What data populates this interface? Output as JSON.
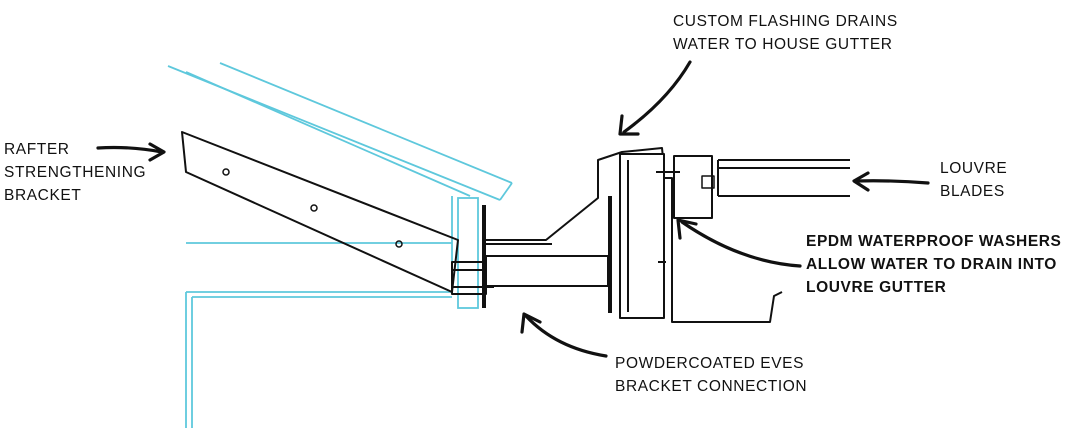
{
  "colors": {
    "structure": "#5ec8dc",
    "hardware": "#111111",
    "background": "#ffffff"
  },
  "labels": {
    "rafter": {
      "line1": "RAFTER",
      "line2": "STRENGTHENING",
      "line3": "BRACKET"
    },
    "flashing": {
      "line1": "CUSTOM FLASHING DRAINS",
      "line2": "WATER TO HOUSE GUTTER"
    },
    "louvre": {
      "line1": "LOUVRE",
      "line2": "BLADES"
    },
    "epdm": {
      "line1": "EPDM WATERPROOF WASHERS",
      "line2": "ALLOW WATER TO DRAIN INTO",
      "line3": "LOUVRE GUTTER"
    },
    "powder": {
      "line1": "POWDERCOATED EVES",
      "line2": "BRACKET CONNECTION"
    }
  }
}
